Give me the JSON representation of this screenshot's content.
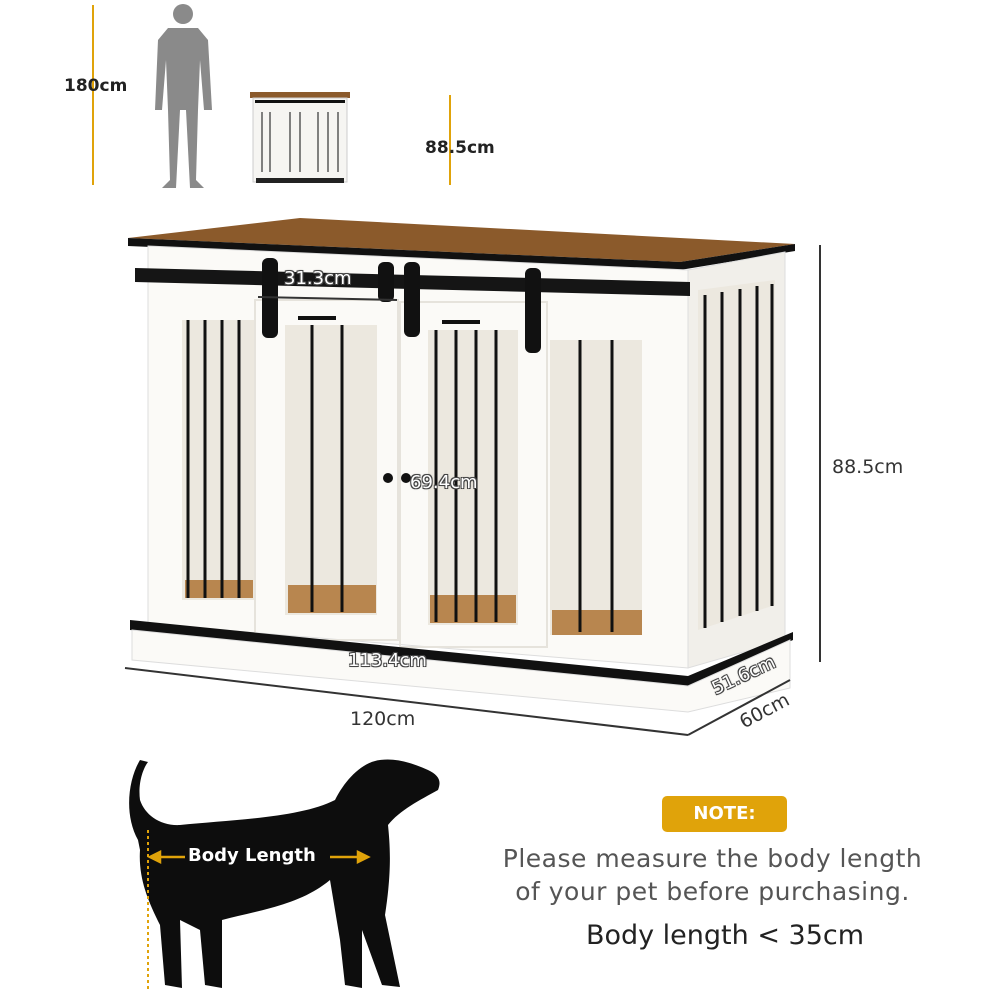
{
  "scale_reference": {
    "person_height": "180cm",
    "kennel_height": "88.5cm"
  },
  "dimensions": {
    "door_width": "31.3cm",
    "door_height": "69.4cm",
    "inner_width": "113.4cm",
    "inner_depth": "51.6cm",
    "overall_width": "120cm",
    "overall_depth": "60cm",
    "overall_height": "88.5cm"
  },
  "note": {
    "badge": "NOTE:",
    "line1": "Please measure the body length",
    "line2": "of your pet before purchasing.",
    "limit": "Body length < 35cm"
  },
  "dog": {
    "label": "Body Length"
  },
  "colors": {
    "accent": "#E0A30A",
    "wood": "#8B5A2B",
    "frame": "#FFFFFF",
    "bars": "#111111"
  }
}
